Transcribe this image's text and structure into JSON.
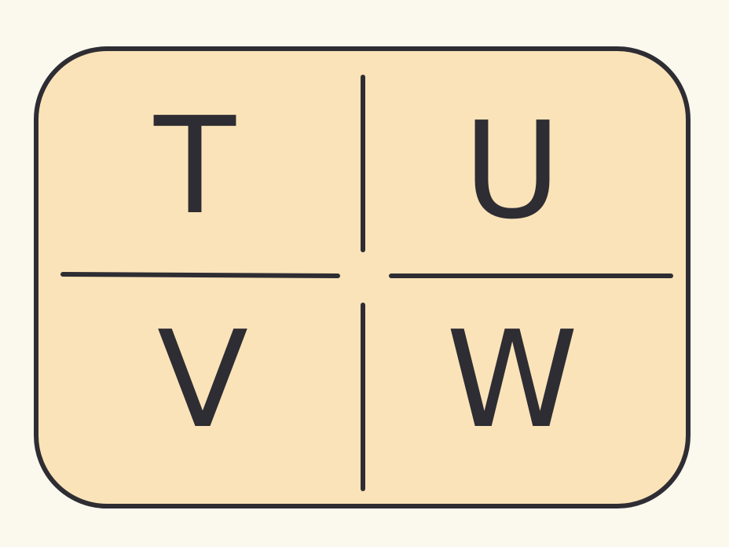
{
  "colors": {
    "background": "#fbf8ee",
    "panel_fill": "#fae3b8",
    "ink": "#2e2d33"
  },
  "cells": [
    {
      "label": "T"
    },
    {
      "label": "U"
    },
    {
      "label": "V"
    },
    {
      "label": "W"
    }
  ]
}
